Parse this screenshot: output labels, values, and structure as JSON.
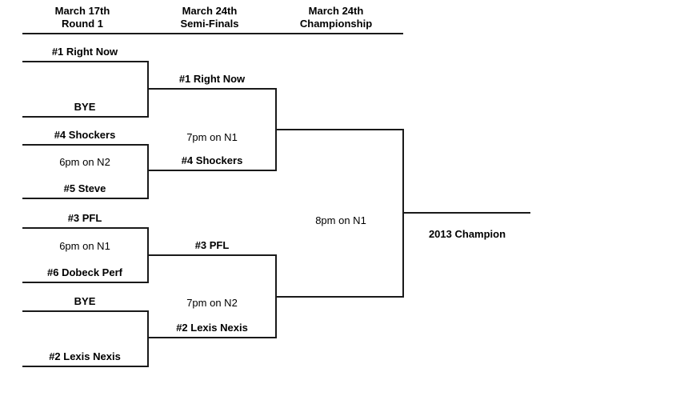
{
  "colors": {
    "background": "#ffffff",
    "line": "#1a1a1a",
    "text": "#000000"
  },
  "headers": [
    {
      "line1": "March 17th",
      "line2": "Round 1"
    },
    {
      "line1": "March 24th",
      "line2": "Semi-Finals"
    },
    {
      "line1": "March 24th",
      "line2": "Championship"
    }
  ],
  "round1": {
    "game1": {
      "top_team": "#1 Right Now",
      "bottom_team": "BYE"
    },
    "game2": {
      "top_team": "#4 Shockers",
      "time": "6pm on N2",
      "bottom_team": "#5 Steve"
    },
    "game3": {
      "top_team": "#3 PFL",
      "time": "6pm on N1",
      "bottom_team": "#6 Dobeck Perf"
    },
    "game4": {
      "top_team": "BYE",
      "bottom_team": "#2 Lexis Nexis"
    }
  },
  "semifinals": {
    "game1": {
      "top_team": "#1 Right Now",
      "time": "7pm on N1",
      "bottom_team": "#4 Shockers"
    },
    "game2": {
      "top_team": "#3 PFL",
      "time": "7pm on N2",
      "bottom_team": "#2 Lexis Nexis"
    }
  },
  "championship": {
    "time": "8pm on N1",
    "winner_label": "2013 Champion"
  }
}
